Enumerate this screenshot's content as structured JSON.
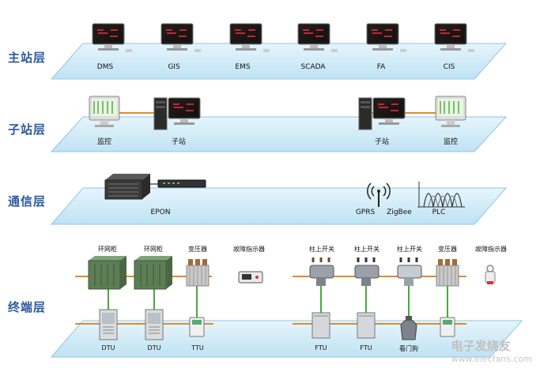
{
  "layers": {
    "master": "主站层",
    "substation": "子站层",
    "comm": "通信层",
    "terminal": "终端层"
  },
  "master_nodes": [
    "DMS",
    "GIS",
    "EMS",
    "SCADA",
    "FA",
    "CIS"
  ],
  "substation_nodes": [
    "监控",
    "子站",
    "子站",
    "监控"
  ],
  "comm_nodes": [
    "EPON",
    "GPRS",
    "ZigBee",
    "PLC"
  ],
  "terminal_top": [
    "环网柜",
    "环网柜",
    "变压器",
    "故障指示器",
    "柱上开关",
    "柱上开关",
    "柱上开关",
    "变压器",
    "故障指示器"
  ],
  "terminal_bottom": [
    "DTU",
    "DTU",
    "TTU",
    "FTU",
    "FTU",
    "看门狗"
  ],
  "watermark": {
    "line1": "电子发烧友",
    "line2": "www.elecfans.com"
  },
  "colors": {
    "band_fill": "#cfeaf6",
    "band_edge": "#8fc7e3",
    "title": "#2a5a9e",
    "power_line": "#e08a2a",
    "comm_line": "#49a83c"
  }
}
